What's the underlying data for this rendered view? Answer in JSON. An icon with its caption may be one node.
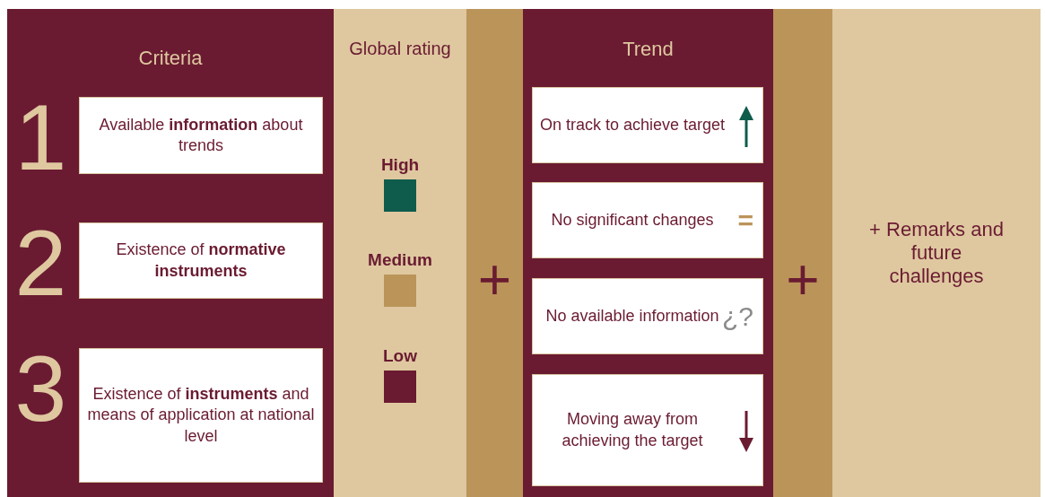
{
  "diagram": {
    "nodes": [
      {
        "text": [
          "Criteria"
        ]
      },
      {
        "text": [
          "Available **information** about trends"
        ],
        "in": 0,
        "beside": [
          "1"
        ]
      },
      {
        "text": [
          "Existence of **normative instruments**"
        ],
        "in": 0,
        "beside": [
          "2"
        ]
      },
      {
        "text": [
          "Existence of **instruments** and means of application at national level"
        ],
        "in": 0,
        "beside": [
          "3"
        ]
      },
      {
        "text": [
          "Global rating"
        ]
      },
      {
        "text": [
          "Trend"
        ]
      },
      {
        "text": [
          "On track to achieve target"
        ],
        "in": 5
      },
      {
        "text": [
          "No significant changes",
          "="
        ],
        "in": 5
      },
      {
        "text": [
          "No available information",
          "¿?"
        ],
        "in": 5
      },
      {
        "text": [
          "Moving away from achieving the target"
        ],
        "in": 5
      },
      {
        "text": [
          "+ Remarks and future challenges"
        ]
      }
    ],
    "labels": [
      "+",
      "+"
    ],
    "legend": [
      {
        "text": "High",
        "color": "#0f5c4c"
      },
      {
        "text": "Medium",
        "color": "#bb9459"
      },
      {
        "text": "Low",
        "color": "#6a1b31"
      }
    ]
  }
}
